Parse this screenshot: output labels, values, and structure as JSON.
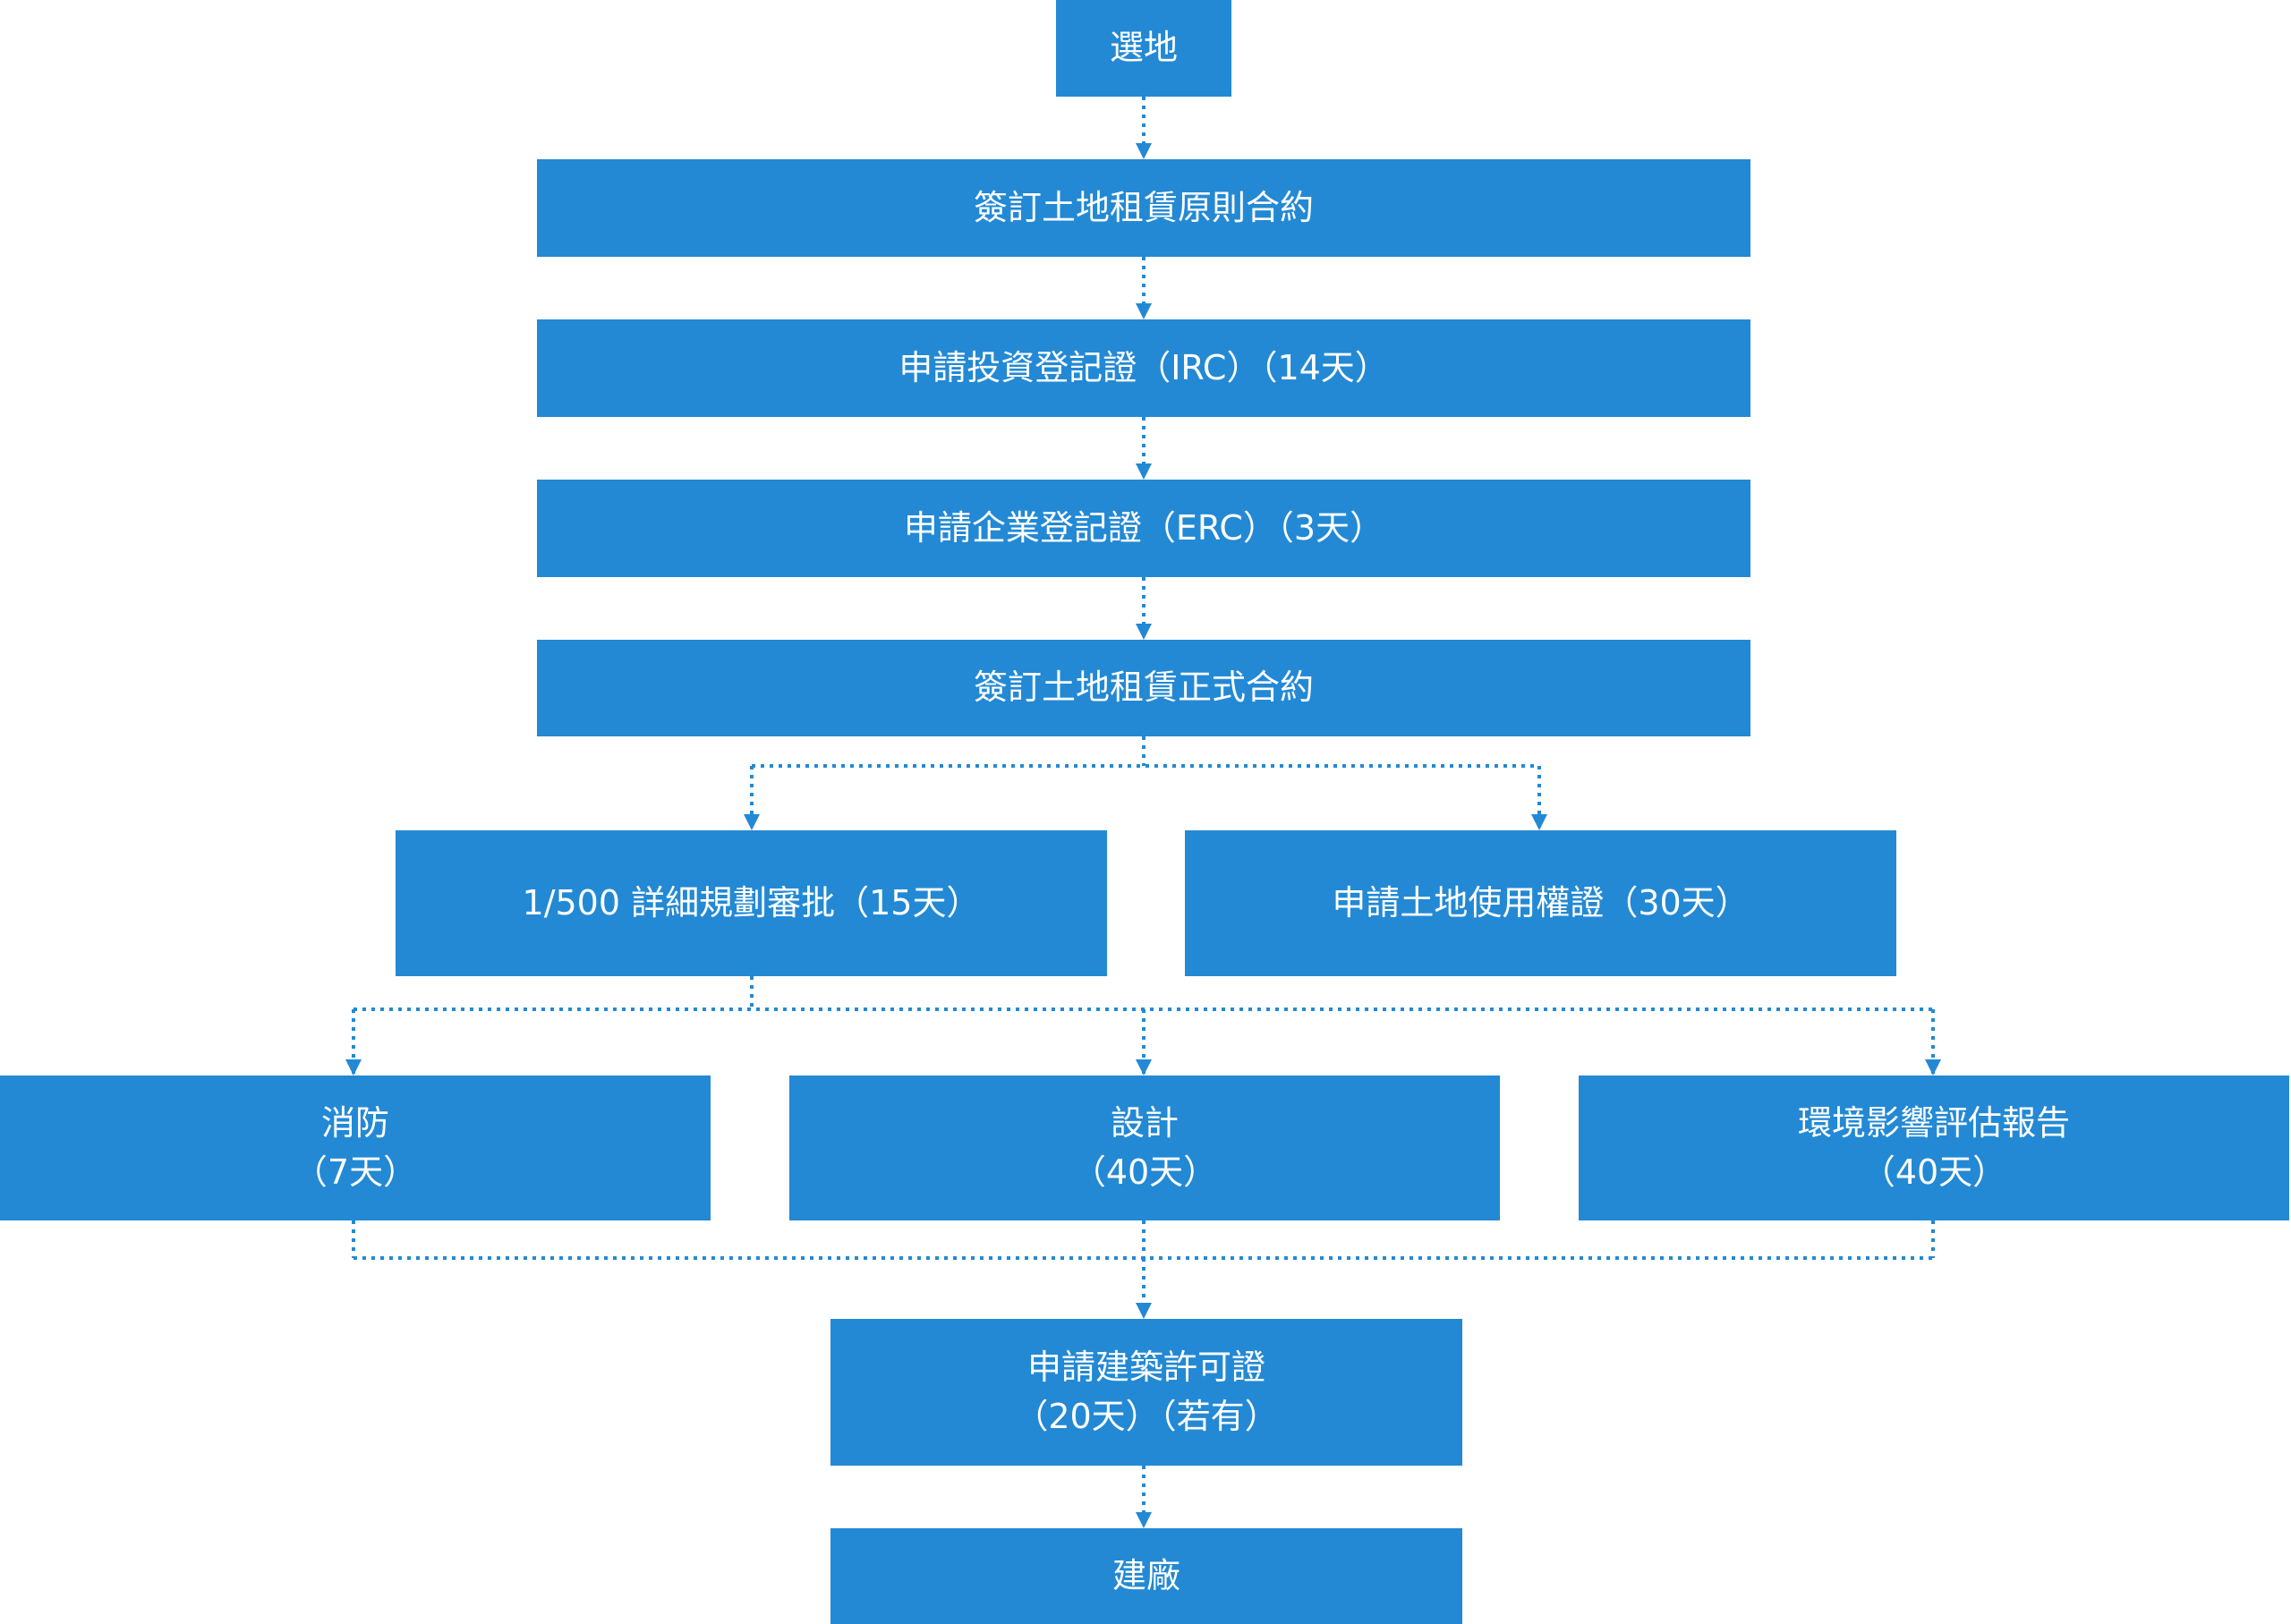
{
  "flowchart": {
    "nodes": {
      "site_selection": {
        "label": "選地"
      },
      "lease_principle": {
        "label": "簽訂土地租賃原則合約"
      },
      "irc": {
        "label": "申請投資登記證（IRC）（14天）"
      },
      "erc": {
        "label": "申請企業登記證（ERC）（3天）"
      },
      "lease_formal": {
        "label": "簽訂土地租賃正式合約"
      },
      "detail_plan": {
        "label": "1/500 詳細規劃審批（15天）"
      },
      "land_use_right": {
        "label": "申請土地使用權證（30天）"
      },
      "fire": {
        "line1": "消防",
        "line2": "（7天）"
      },
      "design": {
        "line1": "設計",
        "line2": "（40天）"
      },
      "eia": {
        "line1": "環境影響評估報告",
        "line2": "（40天）"
      },
      "building_permit": {
        "line1": "申請建築許可證",
        "line2": "（20天）（若有）"
      },
      "factory": {
        "label": "建廠"
      }
    },
    "edges": [
      [
        "site_selection",
        "lease_principle"
      ],
      [
        "lease_principle",
        "irc"
      ],
      [
        "irc",
        "erc"
      ],
      [
        "erc",
        "lease_formal"
      ],
      [
        "lease_formal",
        "detail_plan"
      ],
      [
        "lease_formal",
        "land_use_right"
      ],
      [
        "detail_plan",
        "fire"
      ],
      [
        "detail_plan",
        "design"
      ],
      [
        "detail_plan",
        "eia"
      ],
      [
        "fire",
        "building_permit"
      ],
      [
        "design",
        "building_permit"
      ],
      [
        "eia",
        "building_permit"
      ],
      [
        "building_permit",
        "factory"
      ]
    ]
  },
  "colors": {
    "box_fill": "#2389d4",
    "connector": "#2389d4",
    "text": "#ffffff"
  }
}
